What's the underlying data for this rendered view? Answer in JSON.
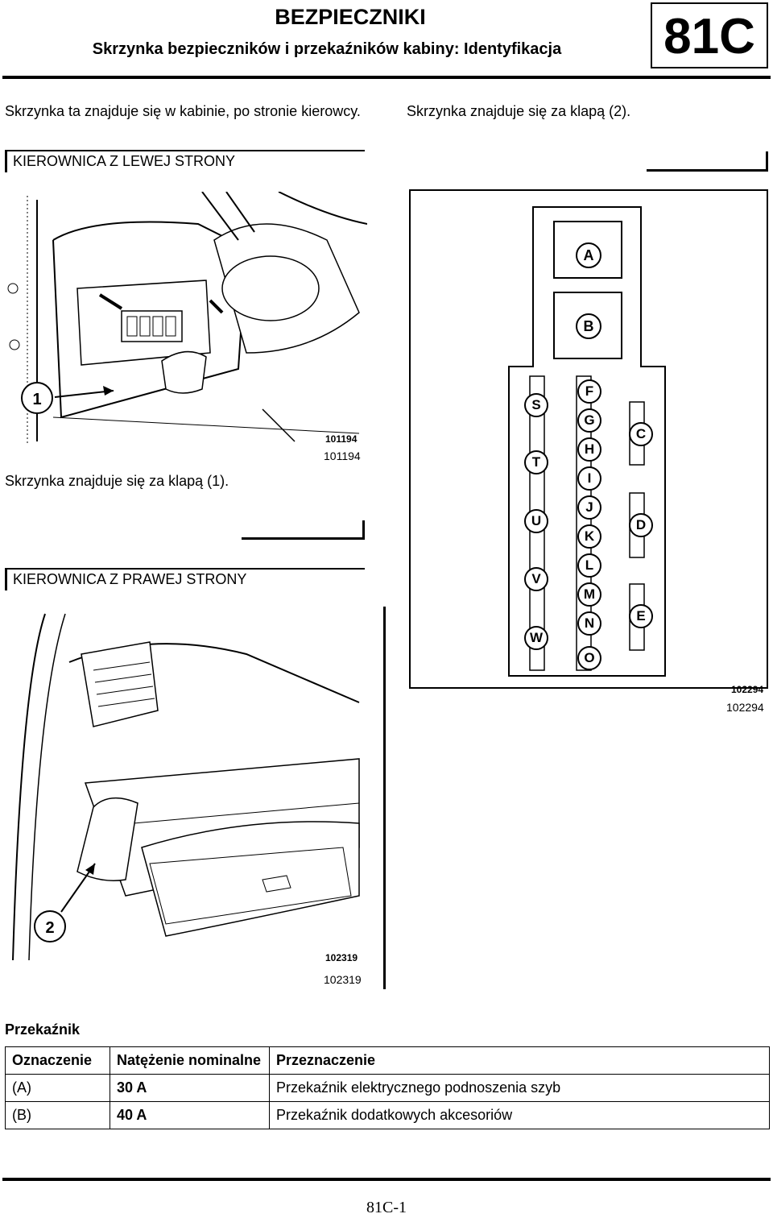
{
  "header": {
    "title": "BEZPIECZNIKI",
    "subtitle": "Skrzynka bezpieczników i przekaźników kabiny: Identyfikacja",
    "code": "81C"
  },
  "left": {
    "intro": "Skrzynka ta znajduje się w kabinie, po stronie kierowcy.",
    "section_lhd": "KIEROWNICA Z LEWEJ STRONY",
    "caption_lhd": "Skrzynka znajduje się za klapą (1).",
    "ref_lhd": "101194",
    "section_rhd": "KIEROWNICA Z PRAWEJ STRONY",
    "ref_rhd": "102319",
    "callout_1": "1",
    "callout_2": "2"
  },
  "right": {
    "intro": "Skrzynka znajduje się za klapą (2).",
    "ref_fusebox": "102294",
    "relays_top": [
      "A",
      "B"
    ],
    "col_s_w": [
      "S",
      "T",
      "U",
      "V",
      "W"
    ],
    "col_f_o": [
      "F",
      "G",
      "H",
      "I",
      "J",
      "K",
      "L",
      "M",
      "N",
      "O"
    ],
    "col_c_e": [
      "C",
      "D",
      "E"
    ]
  },
  "relay_section": {
    "heading": "Przekaźnik",
    "columns": [
      "Oznaczenie",
      "Natężenie nominalne",
      "Przeznaczenie"
    ],
    "rows": [
      {
        "id": "(A)",
        "rating": "30 A",
        "purpose": "Przekaźnik elektrycznego podnoszenia szyb"
      },
      {
        "id": "(B)",
        "rating": "40 A",
        "purpose": "Przekaźnik dodatkowych akcesoriów"
      }
    ]
  },
  "footer": {
    "page": "81C-1"
  }
}
